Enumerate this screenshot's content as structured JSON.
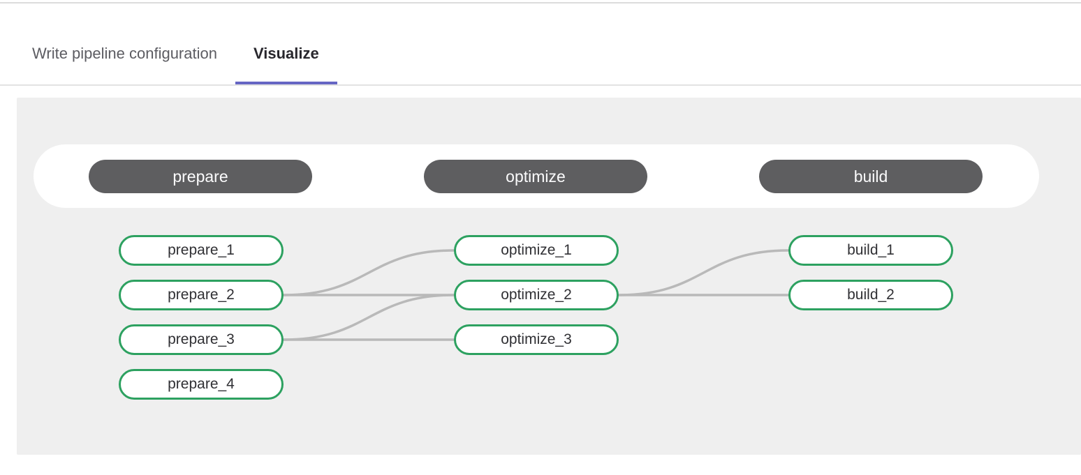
{
  "tabs": [
    {
      "label": "Write pipeline configuration",
      "active": false
    },
    {
      "label": "Visualize",
      "active": true
    }
  ],
  "pipeline": {
    "stages": [
      {
        "name": "prepare",
        "jobs": [
          "prepare_1",
          "prepare_2",
          "prepare_3",
          "prepare_4"
        ]
      },
      {
        "name": "optimize",
        "jobs": [
          "optimize_1",
          "optimize_2",
          "optimize_3"
        ]
      },
      {
        "name": "build",
        "jobs": [
          "build_1",
          "build_2"
        ]
      }
    ],
    "edges": [
      {
        "from": "prepare_2",
        "to": "optimize_1"
      },
      {
        "from": "prepare_2",
        "to": "optimize_2"
      },
      {
        "from": "prepare_3",
        "to": "optimize_2"
      },
      {
        "from": "prepare_3",
        "to": "optimize_3"
      },
      {
        "from": "optimize_2",
        "to": "build_1"
      },
      {
        "from": "optimize_2",
        "to": "build_2"
      }
    ]
  },
  "colors": {
    "tab_active_underline": "#6666c4",
    "tab_active_text": "#28272d",
    "tab_inactive_text": "#5c5c62",
    "panel_background": "#efefef",
    "stage_pill_background": "#5e5e60",
    "stage_pill_text": "#fbfbfc",
    "job_border_green": "#2da160",
    "job_text": "#303034",
    "connector_gray": "#b9b9b9"
  }
}
